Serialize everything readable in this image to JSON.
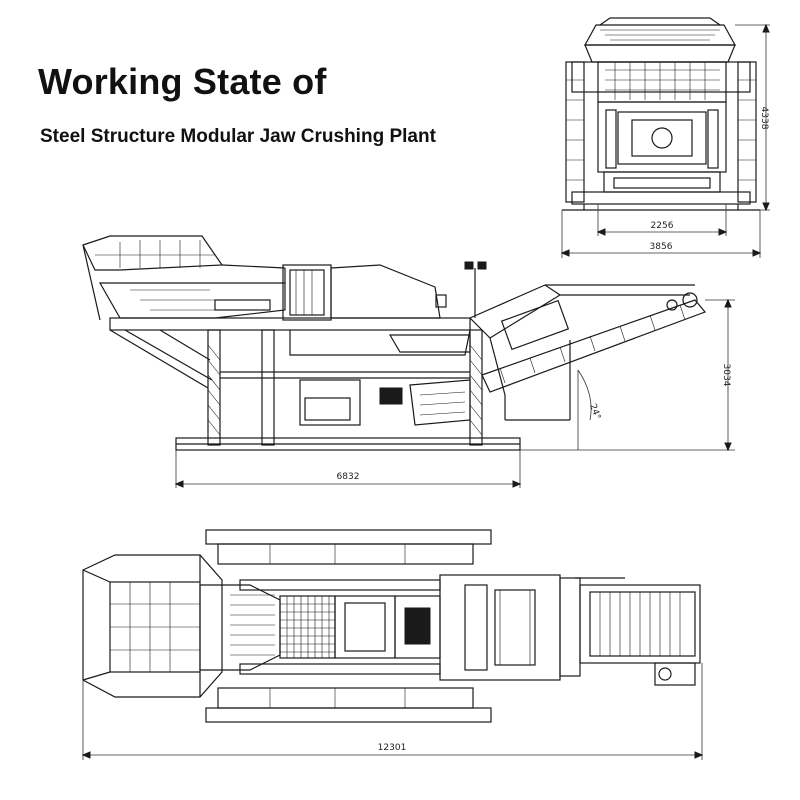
{
  "title": "Working State of",
  "subtitle": "Steel Structure Modular Jaw Crushing Plant",
  "dimensions": {
    "front_height": "4338",
    "front_inner_width": "2256",
    "front_total_width": "3856",
    "side_length": "6832",
    "side_height": "3034",
    "side_angle": "24°",
    "plan_length": "12301"
  }
}
